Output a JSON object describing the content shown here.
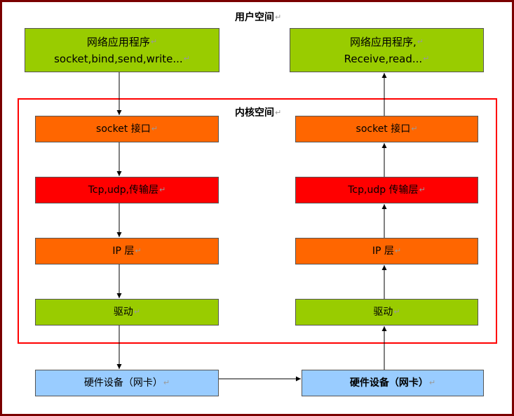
{
  "labels": {
    "user_space": "用户空间",
    "kernel_space": "内核空间",
    "para_mark": "↵"
  },
  "left": {
    "app_line1": "网络应用程序",
    "app_line2": "socket,bind,send,write...",
    "socket": "socket 接口",
    "transport": "Tcp,udp,传输层",
    "ip": "IP 层",
    "driver": "驱动",
    "hardware": "硬件设备（网卡）"
  },
  "right": {
    "app_line1": "网络应用程序,",
    "app_line2": "Receive,read...",
    "socket": "socket 接口",
    "transport": "Tcp,udp 传输层",
    "ip": "IP 层",
    "driver": "驱动",
    "hardware": "硬件设备（网卡）"
  },
  "colors": {
    "app": "#99cc00",
    "socket": "#ff6600",
    "transport": "#ff0000",
    "ip": "#ff6600",
    "driver": "#99cc00",
    "hardware": "#99ccff",
    "kernel_frame": "#ff0000",
    "outer_frame": "#7a0000"
  }
}
